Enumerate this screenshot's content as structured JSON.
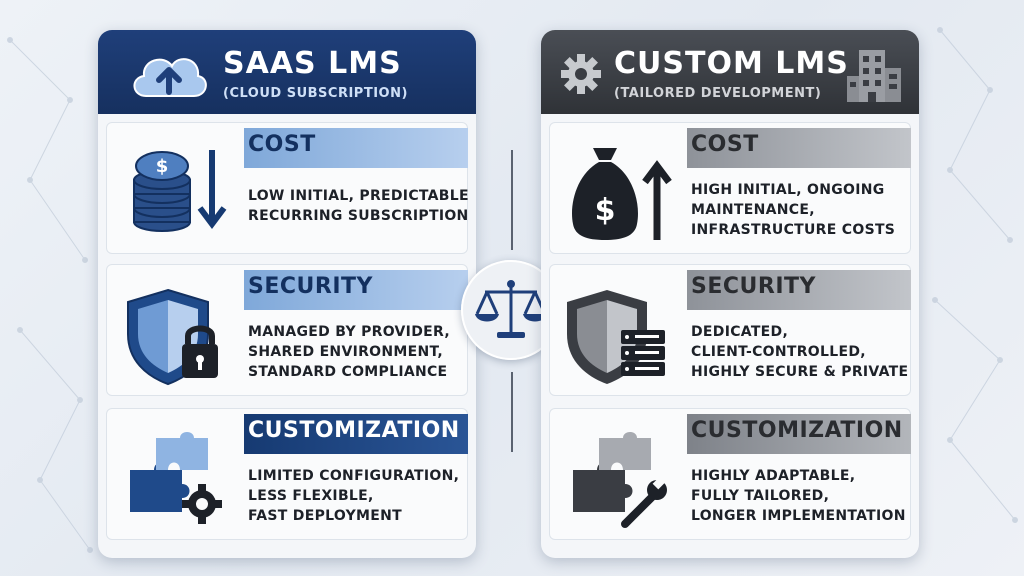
{
  "left": {
    "title": "SAAS LMS",
    "subtitle": "(CLOUD SUBSCRIPTION)",
    "sections": [
      {
        "category": "COST",
        "lines": [
          "LOW INITIAL, PREDICTABLE",
          "RECURRING SUBSCRIPTION"
        ]
      },
      {
        "category": "SECURITY",
        "lines": [
          "MANAGED BY PROVIDER,",
          "SHARED ENVIRONMENT,",
          "STANDARD COMPLIANCE"
        ]
      },
      {
        "category": "CUSTOMIZATION",
        "lines": [
          "LIMITED CONFIGURATION,",
          "LESS FLEXIBLE,",
          "FAST DEPLOYMENT"
        ]
      }
    ]
  },
  "right": {
    "title": "CUSTOM LMS",
    "subtitle": "(TAILORED DEVELOPMENT)",
    "sections": [
      {
        "category": "COST",
        "lines": [
          "HIGH INITIAL, ONGOING",
          "MAINTENANCE,",
          "INFRASTRUCTURE COSTS"
        ]
      },
      {
        "category": "SECURITY",
        "lines": [
          "DEDICATED,",
          "CLIENT-CONTROLLED,",
          "HIGHLY SECURE & PRIVATE"
        ]
      },
      {
        "category": "CUSTOMIZATION",
        "lines": [
          "HIGHLY ADAPTABLE,",
          "FULLY TAILORED,",
          "LONGER IMPLEMENTATION"
        ]
      }
    ]
  },
  "icons": {
    "left_header": "cloud-upload-icon",
    "right_header_left": "gear-icon",
    "right_header_right": "building-icon",
    "center": "balance-scale-icon"
  },
  "colors": {
    "saas_accent": "#1f3f7a",
    "saas_light": "#b7cfee",
    "custom_accent": "#2f3237",
    "custom_light": "#c2c5ca"
  }
}
